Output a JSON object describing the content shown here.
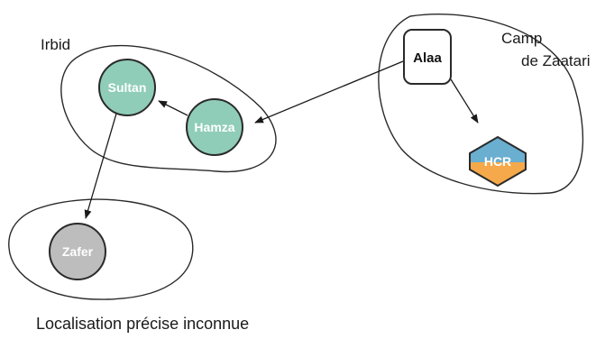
{
  "regions": {
    "irbid": "Irbid",
    "camp_line1": "Camp",
    "camp_line2": "de Zaatari"
  },
  "nodes": {
    "sultan": "Sultan",
    "hamza": "Hamza",
    "alaa": "Alaa",
    "hcr": "HCR",
    "zafer": "Zafer"
  },
  "caption": "Localisation précise inconnue",
  "colors": {
    "person_node": "#8fcdb8",
    "unknown_node": "#bdbdbd",
    "hcr_top": "#6aaed0",
    "hcr_bottom": "#f5a94a",
    "outline": "#2a2a2a"
  },
  "edges": [
    {
      "from": "Alaa",
      "to": "Hamza"
    },
    {
      "from": "Alaa",
      "to": "HCR"
    },
    {
      "from": "Hamza",
      "to": "Sultan"
    },
    {
      "from": "Sultan",
      "to": "Zafer"
    }
  ]
}
